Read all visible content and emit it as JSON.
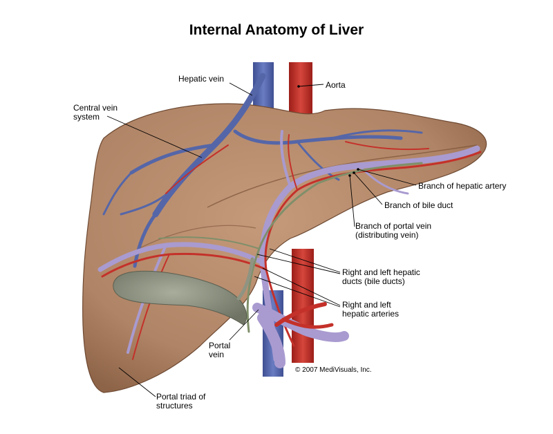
{
  "title": "Internal Anatomy of Liver",
  "labels": {
    "hepatic_vein": "Hepatic vein",
    "aorta": "Aorta",
    "central_vein_1": "Central vein",
    "central_vein_2": "system",
    "hepatic_artery_branch": "Branch of hepatic artery",
    "bile_duct_branch": "Branch of bile duct",
    "portal_vein_branch_1": "Branch of portal vein",
    "portal_vein_branch_2": "(distributing vein)",
    "hepatic_ducts_1": "Right and left hepatic",
    "hepatic_ducts_2": "ducts (bile ducts)",
    "hepatic_arteries_1": "Right and left",
    "hepatic_arteries_2": "hepatic arteries",
    "portal_vein_1": "Portal",
    "portal_vein_2": "vein",
    "portal_triad_1": "Portal triad of",
    "portal_triad_2": "structures"
  },
  "copyright": "© 2007 MediVisuals, Inc.",
  "colors": {
    "liver": "#b58a6c",
    "liver_dark": "#8e6448",
    "vein": "#5566a8",
    "artery": "#c4312a",
    "portal": "#a99bd0",
    "gallbladder": "#8f9482"
  }
}
